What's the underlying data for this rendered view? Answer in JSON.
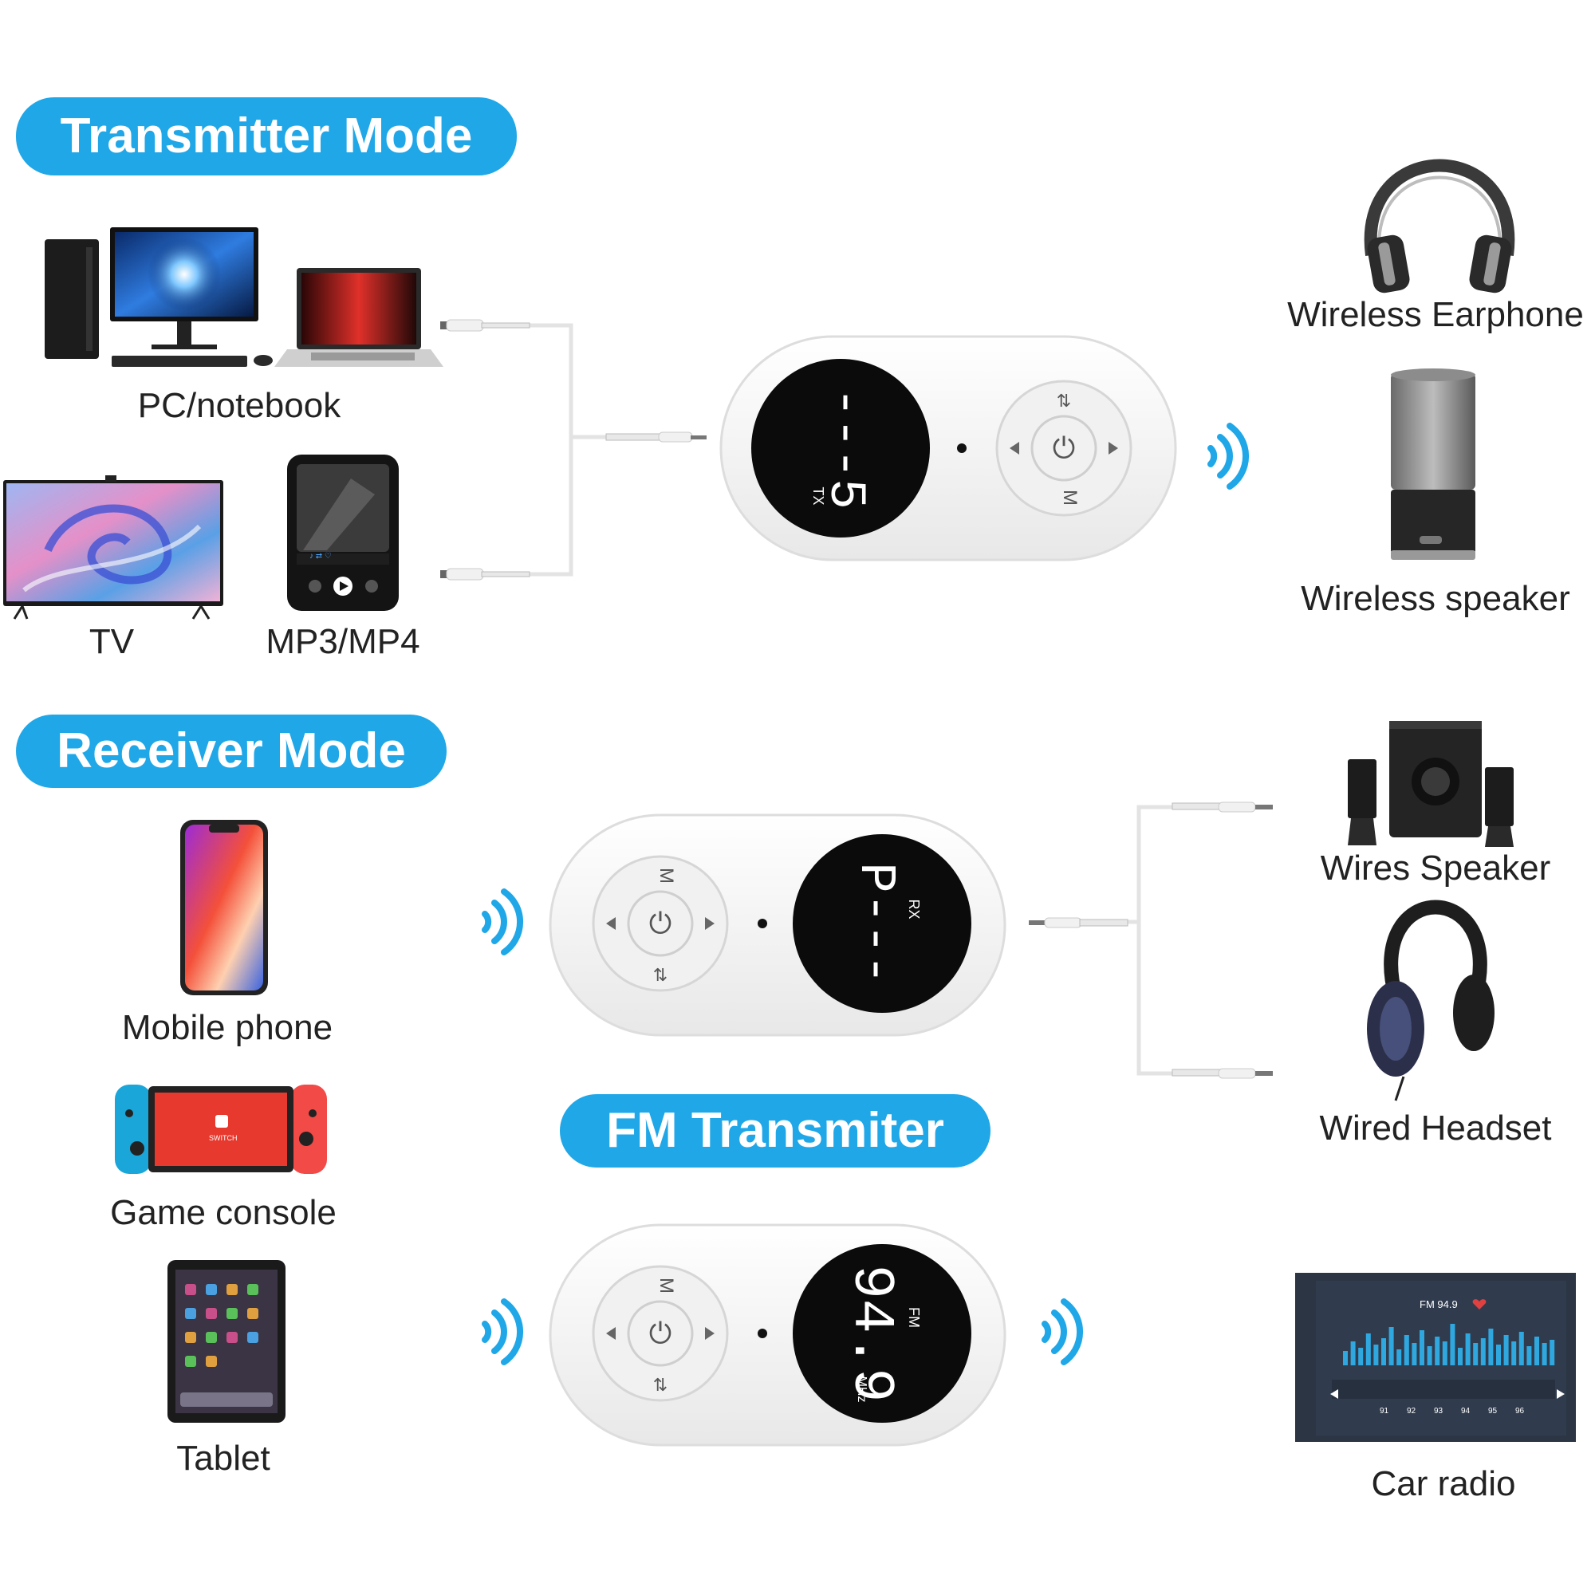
{
  "sections": {
    "transmitter": "Transmitter Mode",
    "receiver": "Receiver Mode",
    "fm": "FM Transmiter"
  },
  "sources": {
    "pc": "PC/notebook",
    "tv": "TV",
    "mp3": "MP3/MP4",
    "phone": "Mobile phone",
    "console": "Game console",
    "tablet": "Tablet"
  },
  "outputs": {
    "earphone": "Wireless Earphone",
    "speaker": "Wireless speaker",
    "wires_speaker": "Wires Speaker",
    "wired_headset": "Wired Headset",
    "car_radio": "Car radio"
  },
  "device_displays": {
    "tx_mode": "TX",
    "tx_value": "---5",
    "rx_mode": "RX",
    "rx_value": "P---",
    "fm_mode": "FM",
    "fm_value": "94.9",
    "fm_unit": "MHz"
  },
  "device_buttons": {
    "mode": "M",
    "power_symbol": "⏻"
  },
  "car_radio_screen": {
    "station": "FM 94.9",
    "scale": [
      "91",
      "92",
      "93",
      "94",
      "95",
      "96"
    ]
  },
  "colors": {
    "accent": "#1fa7e8",
    "screen": "#0b0b0b",
    "device": "#f4f4f4"
  }
}
